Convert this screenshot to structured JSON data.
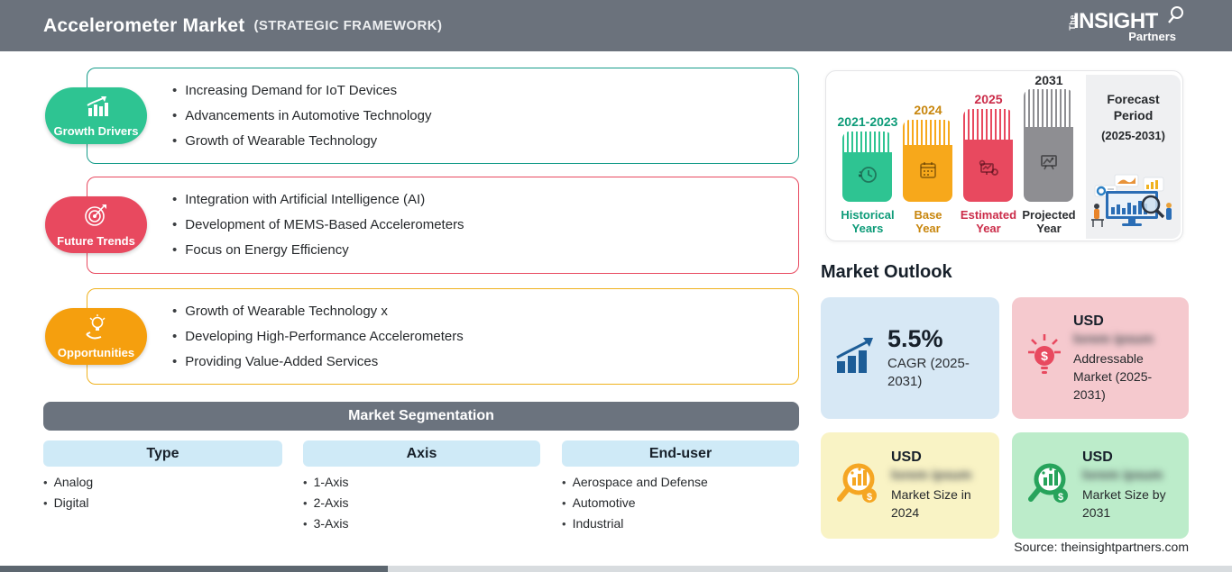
{
  "header": {
    "title": "Accelerometer Market",
    "subtitle": "(STRATEGIC FRAMEWORK)",
    "logo": {
      "the": "The",
      "insight": "INSIGHT",
      "partners": "Partners"
    }
  },
  "sections": [
    {
      "label": "Growth Drivers",
      "icon": "growth-chart-icon",
      "badge_color": "#2ec492",
      "border_color": "#169c8a",
      "items": [
        "Increasing Demand for IoT Devices",
        "Advancements in Automotive Technology",
        "Growth of Wearable Technology"
      ]
    },
    {
      "label": "Future Trends",
      "icon": "target-dart-icon",
      "badge_color": "#e8495f",
      "border_color": "#e8495f",
      "items": [
        "Integration with Artificial Intelligence (AI)",
        "Development of MEMS-Based Accelerometers",
        "Focus on Energy Efficiency"
      ]
    },
    {
      "label": "Opportunities",
      "icon": "bulb-hand-icon",
      "badge_color": "#f59f0e",
      "border_color": "#f0b21e",
      "items": [
        "Growth of Wearable Technology x",
        "Developing High-Performance Accelerometers",
        "Providing Value-Added Services"
      ]
    }
  ],
  "segmentation": {
    "title": "Market Segmentation",
    "columns": [
      {
        "header": "Type",
        "items": [
          "Analog",
          "Digital"
        ]
      },
      {
        "header": "Axis",
        "items": [
          "1-Axis",
          "2-Axis",
          "3-Axis"
        ]
      },
      {
        "header": "End-user",
        "items": [
          "Aerospace and Defense",
          "Automotive",
          "Industrial"
        ]
      }
    ]
  },
  "timeline": {
    "bars": [
      {
        "year": "2021-2023",
        "label": "Historical Years",
        "label_line1": "Historical",
        "label_line2": "Years",
        "color": "#2ec492",
        "text_color": "#0d9b78",
        "icon": "history-clock-icon"
      },
      {
        "year": "2024",
        "label": "Base Year",
        "label_line1": "Base",
        "label_line2": "Year",
        "color": "#f7a81b",
        "text_color": "#c8860d",
        "icon": "calendar-icon"
      },
      {
        "year": "2025",
        "label": "Estimated Year",
        "label_line1": "Estimated",
        "label_line2": "Year",
        "color": "#e8495f",
        "text_color": "#cb2c49",
        "icon": "estimate-gear-icon"
      },
      {
        "year": "2031",
        "label": "Projected Year",
        "label_line1": "Projected",
        "label_line2": "Year",
        "color": "#8e8e92",
        "text_color": "#2b2d30",
        "icon": "projection-screen-icon"
      }
    ],
    "forecast": {
      "line1": "Forecast",
      "line2": "Period",
      "range": "(2025-2031)"
    }
  },
  "outlook": {
    "title": "Market Outlook",
    "cards": [
      {
        "icon": "cagr-growth-icon",
        "value": "5.5%",
        "caption": "CAGR (2025-2031)",
        "bg": "#d7e8f5",
        "icon_color": "#1d5d97"
      },
      {
        "icon": "bulb-dollar-icon",
        "currency": "USD",
        "blurred": "lorem ipsum",
        "caption": "Addressable Market (2025-2031)",
        "bg": "#f5c9ce",
        "icon_color": "#e8495f"
      },
      {
        "icon": "magnifier-chart-icon",
        "currency": "USD",
        "blurred": "lorem ipsum",
        "caption": "Market Size in 2024",
        "bg": "#f9f3c5",
        "icon_color": "#f5a623"
      },
      {
        "icon": "magnifier-chart-icon",
        "currency": "USD",
        "blurred": "lorem ipsum",
        "caption": "Market Size by 2031",
        "bg": "#bcecca",
        "icon_color": "#27a35b"
      }
    ]
  },
  "source": "Source: theinsightpartners.com"
}
